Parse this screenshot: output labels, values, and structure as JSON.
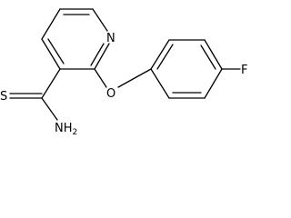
{
  "molecule": {
    "atoms": {
      "n_ring": "N",
      "o_ether": "O",
      "f_sub": "F",
      "s_thio": "S",
      "nh2_main": "NH",
      "nh2_sub": "2"
    }
  }
}
